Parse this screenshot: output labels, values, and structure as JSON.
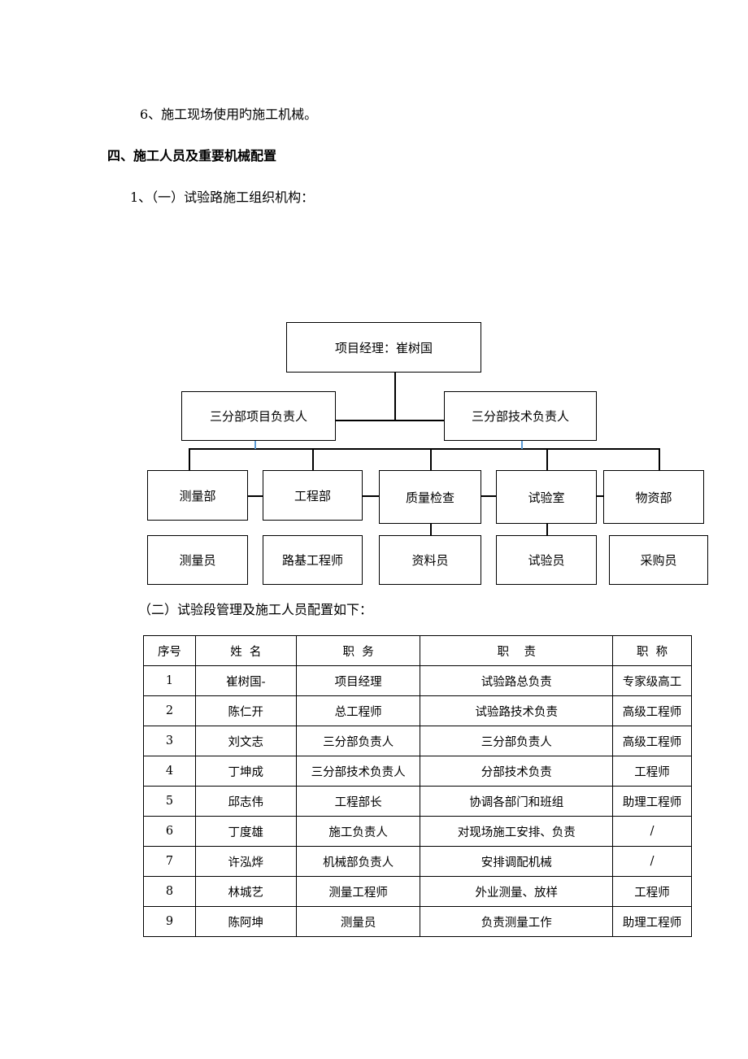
{
  "text": {
    "item6": "6、施工现场使用旳施工机械。",
    "section4": "四、施工人员及重要机械配置",
    "sub1": "1、（一）试验路施工组织机构：",
    "sub2": "（二）试验段管理及施工人员配置如下："
  },
  "org": {
    "top": "项目经理：崔树国",
    "left": "三分部项目负责人",
    "right": "三分部技术负责人",
    "departments": [
      "测量部",
      "工程部",
      "质量检查",
      "试验室",
      "物资部"
    ],
    "staff": [
      "测量员",
      "路基工程师",
      "资料员",
      "试验员",
      "采购员"
    ]
  },
  "table": {
    "headers": [
      "序号",
      "姓  名",
      "职  务",
      "职    责",
      "职  称"
    ],
    "rows": [
      [
        "1",
        "崔树国-",
        "项目经理",
        "试验路总负责",
        "专家级高工"
      ],
      [
        "2",
        "陈仁开",
        "总工程师",
        "试验路技术负责",
        "高级工程师"
      ],
      [
        "3",
        "刘文志",
        "三分部负责人",
        "三分部负责人",
        "高级工程师"
      ],
      [
        "4",
        "丁坤成",
        "三分部技术负责人",
        "分部技术负责",
        "工程师"
      ],
      [
        "5",
        "邱志伟",
        "工程部长",
        "协调各部门和班组",
        "助理工程师"
      ],
      [
        "6",
        "丁度雄",
        "施工负责人",
        "对现场施工安排、负责",
        "/"
      ],
      [
        "7",
        "许泓烨",
        "机械部负责人",
        "安排调配机械",
        "/"
      ],
      [
        "8",
        "林城艺",
        "测量工程师",
        "外业测量、放样",
        "工程师"
      ],
      [
        "9",
        "陈阿坤",
        "测量员",
        "负责测量工作",
        "助理工程师"
      ]
    ]
  }
}
